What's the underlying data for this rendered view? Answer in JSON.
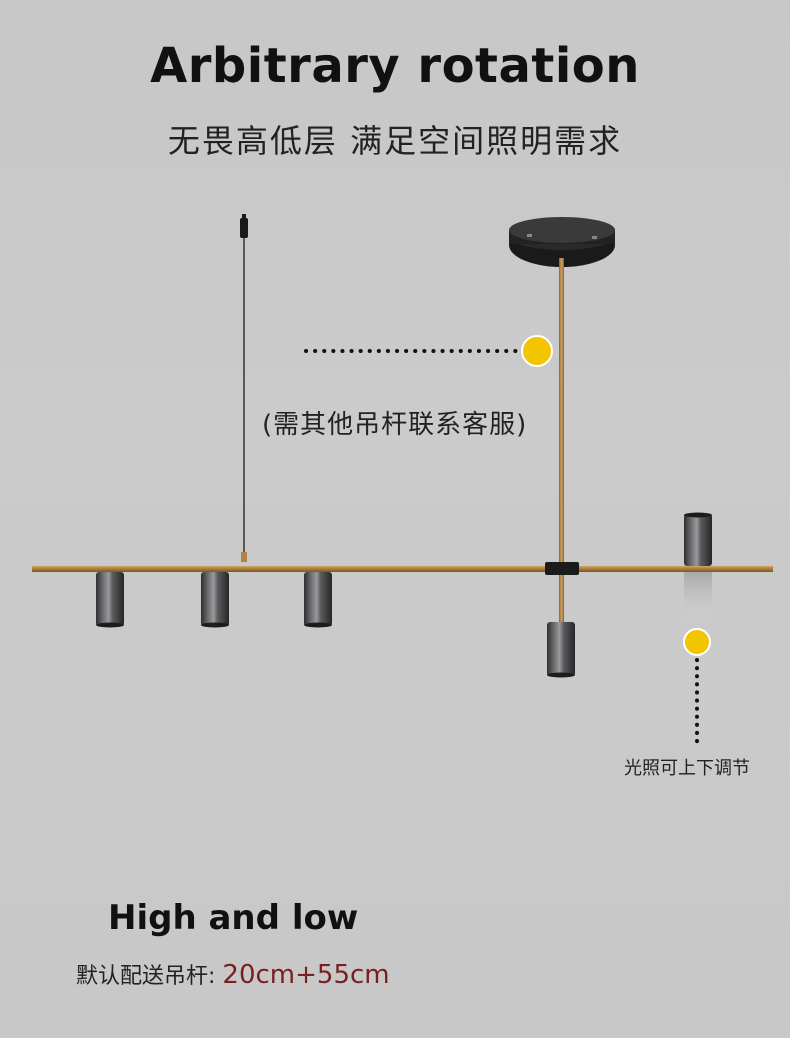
{
  "heading": {
    "title": "Arbitrary rotation",
    "subtitle": "无畏高低层 满足空间照明需求"
  },
  "annotations": {
    "rod_note": "(需其他吊杆联系客服)",
    "adjust_note": "光照可上下调节"
  },
  "footer": {
    "title": "High and low",
    "rod_label": "默认配送吊杆:",
    "rod_value": "20cm+55cm"
  },
  "colors": {
    "background": "#c9c9c9",
    "brass": "#b08347",
    "marker": "#f3c400",
    "smoke_chrome": "#4a4a4c",
    "canopy": "#1c1c1c"
  },
  "icons": [
    "yellow-dot-marker",
    "dotted-leader-line"
  ]
}
